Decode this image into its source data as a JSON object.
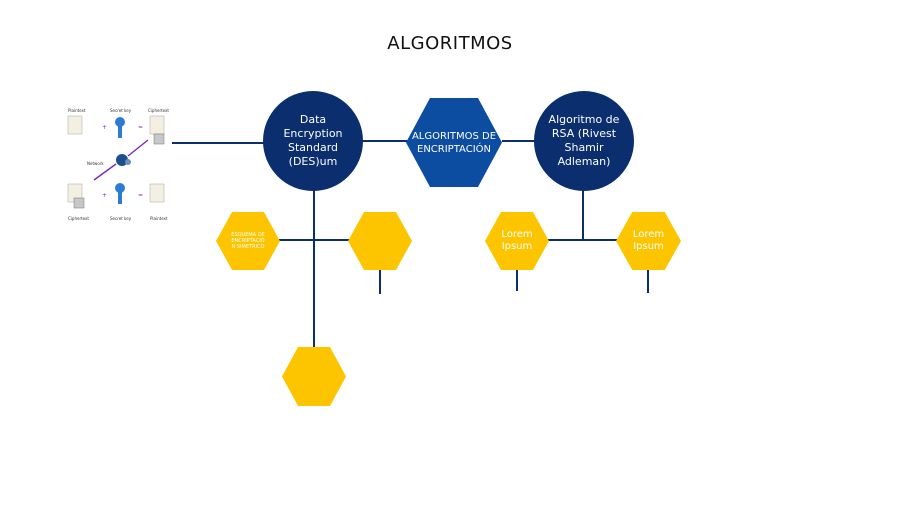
{
  "title": "ALGORITMOS",
  "nodes": {
    "center": "ALGORITMOS DE\nENCRIPTACIÓN",
    "des": "Data\nEncryption\nStandard\n(DES)um",
    "rsa": "Algoritmo de\nRSA (Rivest\nShamir\nAdleman)",
    "des_child_left": "ESQUEMA DE\nENCRIPTACIÓ\nN SIMETRICO",
    "des_child_right": "",
    "des_child_bottom": "",
    "rsa_child_left": "Lorem\nIpsum",
    "rsa_child_right": "Lorem\nIpsum"
  },
  "embedded_diagram": {
    "plaintext_top": "Plaintext",
    "secret_key_top": "Secret key",
    "ciphertext_top": "Ciphertext",
    "network": "Network",
    "ciphertext_bottom": "Ciphertext",
    "secret_key_bottom": "Secret key",
    "plaintext_bottom": "Plaintext"
  },
  "colors": {
    "navy": "#0a2e6e",
    "blue": "#0d4da1",
    "yellow": "#fcc500",
    "line": "#0a2e6e"
  }
}
